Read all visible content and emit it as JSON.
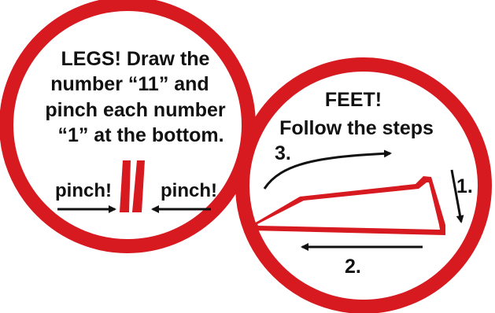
{
  "colors": {
    "ring": "#d71920",
    "ink": "#111111",
    "background": "#ffffff"
  },
  "legs": {
    "instruction_lines": [
      "LEGS! Draw the",
      "number “11” and",
      "pinch each number",
      "“1” at the bottom."
    ],
    "pinch_left": "pinch!",
    "pinch_right": "pinch!"
  },
  "feet": {
    "title": "FEET!",
    "subtitle": "Follow the steps",
    "step_1": "1.",
    "step_2": "2.",
    "step_3": "3."
  }
}
